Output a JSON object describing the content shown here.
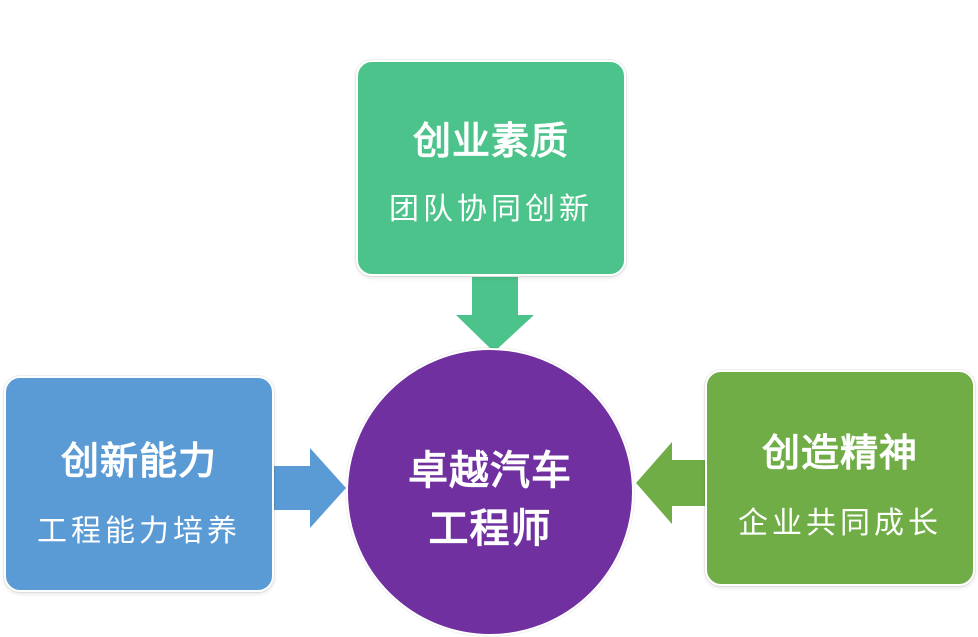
{
  "center": {
    "line1": "卓越汽车",
    "line2": "工程师",
    "color": "#7030a0"
  },
  "nodes": [
    {
      "title": "创业素质",
      "subtitle": "团队协同创新",
      "color": "#4cc38a"
    },
    {
      "title": "创新能力",
      "subtitle": "工程能力培养",
      "color": "#5b9bd5"
    },
    {
      "title": "创造精神",
      "subtitle": "企业共同成长",
      "color": "#70ad47"
    }
  ]
}
